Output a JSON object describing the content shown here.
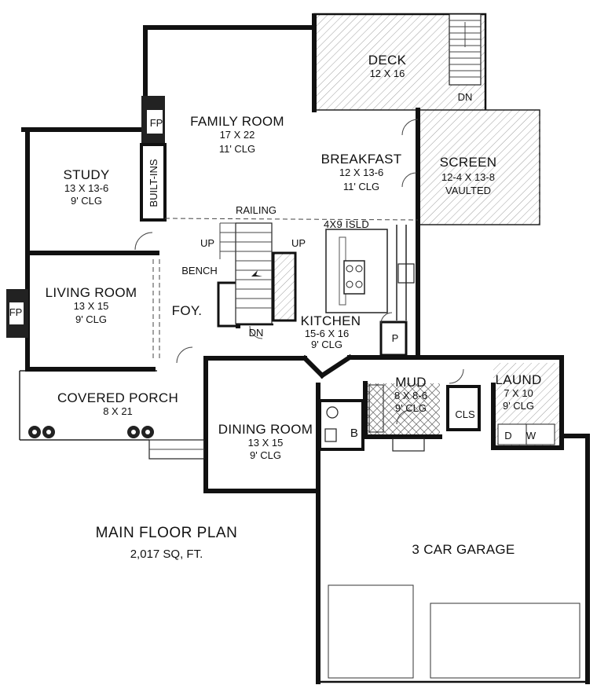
{
  "plan": {
    "title": "MAIN FLOOR PLAN",
    "area": "2,017 SQ, FT."
  },
  "rooms": {
    "deck": {
      "name": "DECK",
      "size": "12 X 16",
      "stair": "DN"
    },
    "family": {
      "name": "FAMILY ROOM",
      "size": "17 X 22",
      "ceiling": "11' CLG",
      "fireplace": "FP",
      "builtins": "BUILT-INS"
    },
    "breakfast": {
      "name": "BREAKFAST",
      "size": "12 X 13-6",
      "ceiling": "11' CLG"
    },
    "screen": {
      "name": "SCREEN",
      "size": "12-4 X 13-8",
      "ceiling": "VAULTED"
    },
    "study": {
      "name": "STUDY",
      "size": "13 X 13-6",
      "ceiling": "9' CLG"
    },
    "living": {
      "name": "LIVING ROOM",
      "size": "13 X 15",
      "ceiling": "9' CLG",
      "fireplace": "FP"
    },
    "foyer": {
      "name": "FOY.",
      "bench": "BENCH",
      "railing": "RAILING",
      "up_left": "UP",
      "up_right": "UP",
      "down": "DN"
    },
    "kitchen": {
      "name": "KITCHEN",
      "size": "15-6 X 16",
      "ceiling": "9' CLG",
      "island": "4X9 ISLD",
      "pantry": "P"
    },
    "porch": {
      "name": "COVERED PORCH",
      "size": "8 X 21"
    },
    "dining": {
      "name": "DINING ROOM",
      "size": "13 X 15",
      "ceiling": "9' CLG"
    },
    "mud": {
      "name": "MUD",
      "size": "8 X 8-6",
      "ceiling": "9' CLG"
    },
    "bath": {
      "name": "B"
    },
    "closet": {
      "name": "CLS"
    },
    "laundry": {
      "name": "LAUND",
      "size": "7 X 10",
      "ceiling": "9' CLG",
      "dryer": "D",
      "washer": "W"
    },
    "garage": {
      "name": "3 CAR GARAGE"
    }
  }
}
